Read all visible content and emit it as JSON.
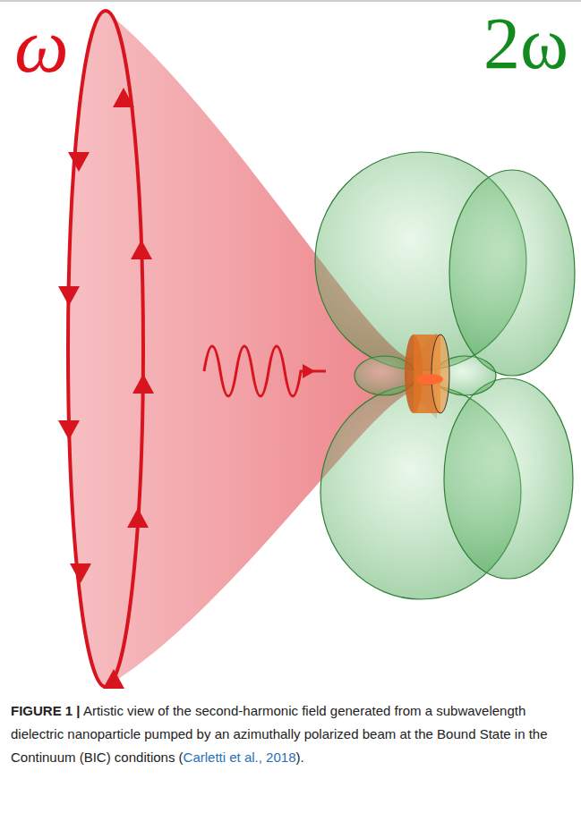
{
  "diagram": {
    "caption": "FIGURE 1 | Artistic view of the second-harmonic field generated from a subwavelength dielectric nanoparticle pumped by an azimuthally polarized beam at the Bound State in the Continuum (BIC) conditions (Carletti et al., 2018).",
    "labels": [
      "ω",
      "2ω"
    ]
  }
}
